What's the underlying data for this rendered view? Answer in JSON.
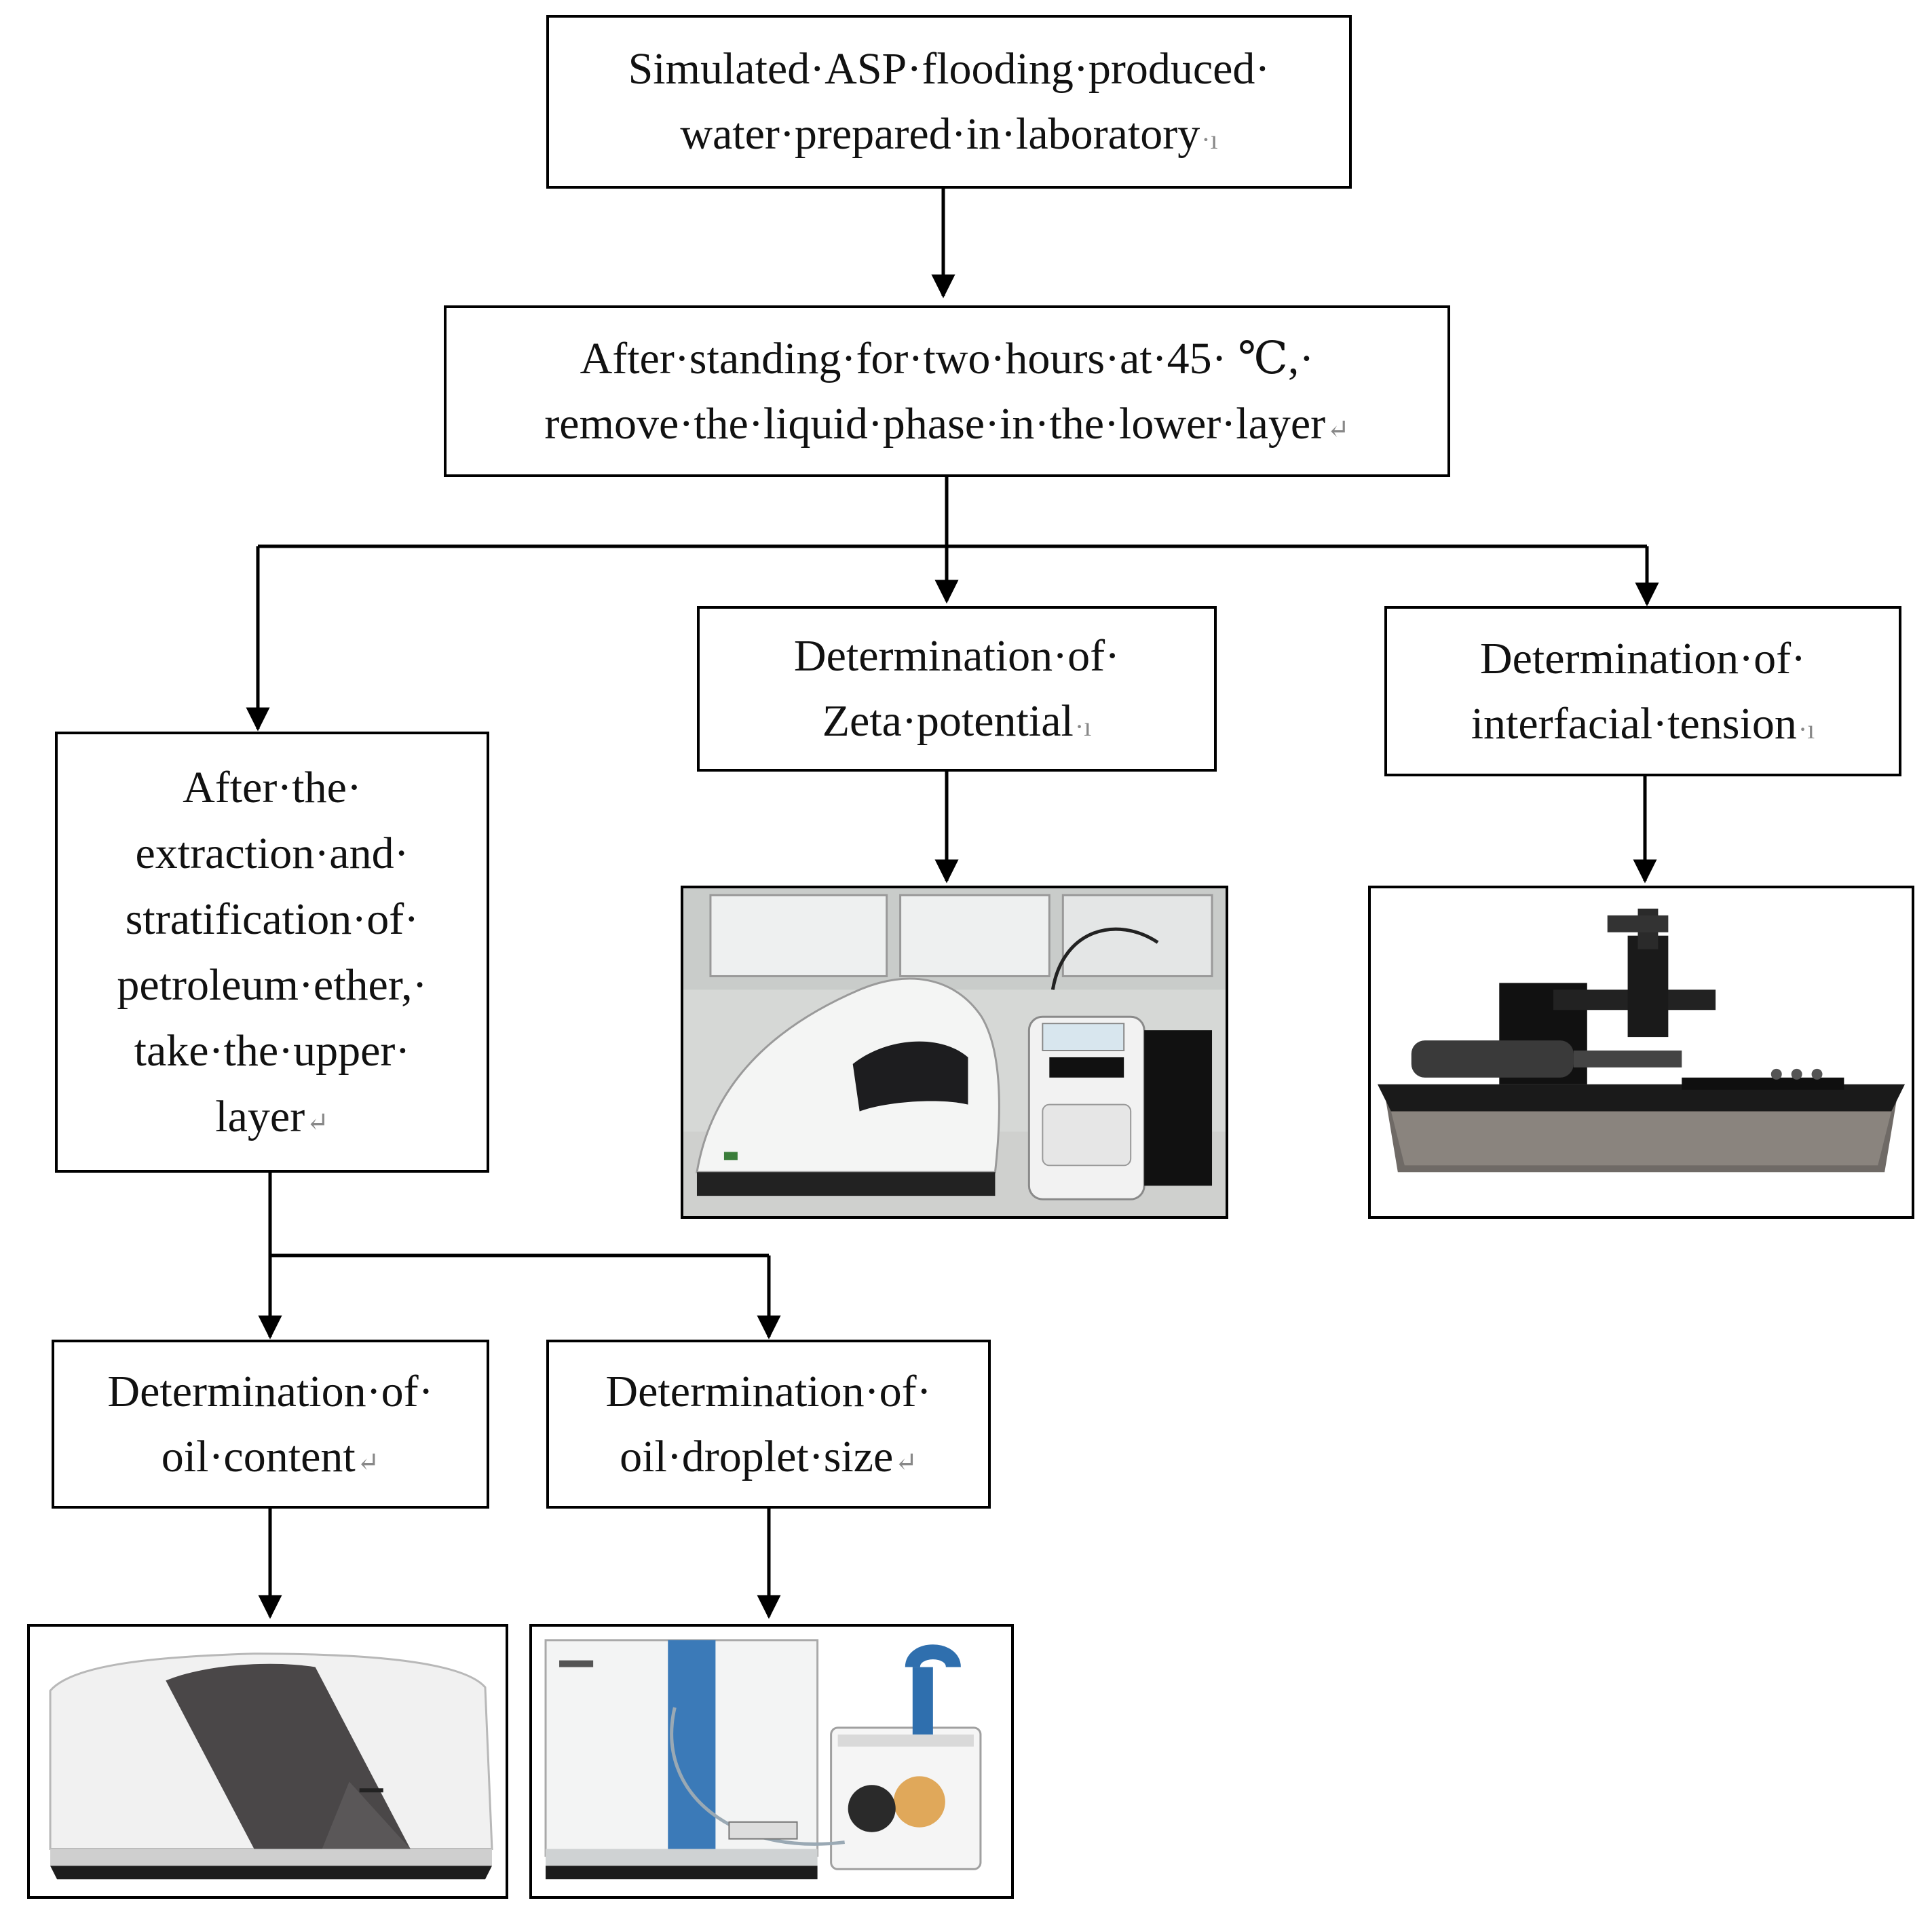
{
  "boxes": {
    "start": {
      "lines": [
        "Simulated·ASP·flooding·produced·",
        "water·prepared·in·laboratory"
      ],
      "mark": "·ı"
    },
    "standing": {
      "lines": [
        "After·standing·for·two·hours·at·45· ℃,·",
        "remove·the·liquid·phase·in·the·lower·layer"
      ],
      "mark": "↵"
    },
    "extraction": {
      "lines": [
        "After·the·",
        "extraction·and·",
        "stratification·of·",
        "petroleum·ether,·",
        "take·the·upper·",
        "layer"
      ],
      "mark": "↵"
    },
    "zeta": {
      "lines": [
        "Determination·of·",
        "Zeta·potential"
      ],
      "mark": "·ı"
    },
    "tension": {
      "lines": [
        "Determination·of·",
        "interfacial·tension"
      ],
      "mark": "·ı"
    },
    "oil_content": {
      "lines": [
        "Determination·of·",
        "oil·content"
      ],
      "mark": "↵"
    },
    "droplet": {
      "lines": [
        "Determination·of·",
        "oil·droplet·size"
      ],
      "mark": "↵"
    }
  },
  "photos": {
    "zeta": "zeta-potential-analyzer-photo",
    "tension": "interfacial-tensiometer-photo",
    "oil_content": "spectrophotometer-photo",
    "droplet": "particle-size-analyzer-photo"
  },
  "colors": {
    "line": "#000000",
    "instrument_light": "#e9eaeb",
    "instrument_dark": "#2b2b2d"
  }
}
